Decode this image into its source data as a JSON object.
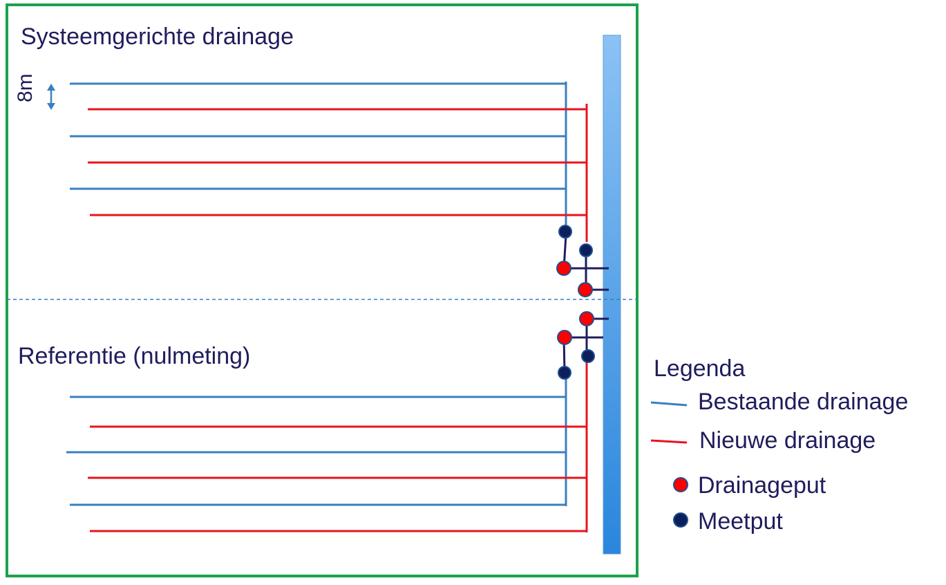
{
  "diagram": {
    "title_top": "Systeemgerichte drainage",
    "title_bottom": "Referentie (nulmeting)",
    "scale_label": "8m",
    "legend": {
      "title": "Legenda",
      "existing_drainage": "Bestaande drainage",
      "new_drainage": "Nieuwe drainage",
      "drain_well": "Drainageput",
      "measuring_well": "Meetput"
    },
    "colors": {
      "frame": "#1aa34a",
      "existing_drainage": "#3a7fc1",
      "new_drainage": "#e8141c",
      "drain_well": "#ff0000",
      "measuring_well": "#0d1f5a",
      "connector": "#1f1d5c",
      "ditch_top": "#8cc2f5",
      "ditch_bottom": "#2a86dc",
      "divider": "#3a7fc1"
    }
  }
}
